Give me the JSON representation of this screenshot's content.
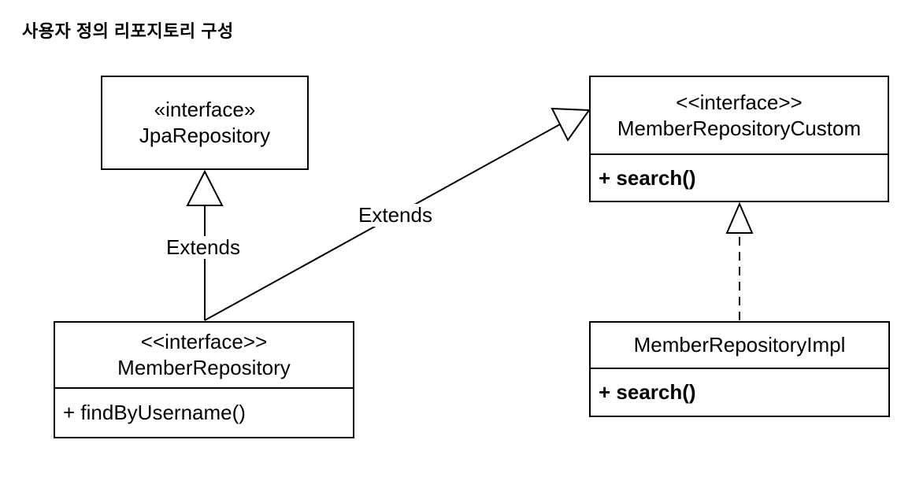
{
  "title": "사용자 정의 리포지토리 구성",
  "colors": {
    "background": "#ffffff",
    "line": "#000000",
    "text": "#000000"
  },
  "classes": {
    "jpaRepository": {
      "stereotype": "«interface»",
      "name": "JpaRepository"
    },
    "memberRepositoryCustom": {
      "stereotype": "<<interface>>",
      "name": "MemberRepositoryCustom",
      "method": "+ search()"
    },
    "memberRepository": {
      "stereotype": "<<interface>>",
      "name": "MemberRepository",
      "method": "+ findByUsername()"
    },
    "memberRepositoryImpl": {
      "name": "MemberRepositoryImpl",
      "method": "+ search()"
    }
  },
  "edges": {
    "extendsJpaLabel": "Extends",
    "extendsCustomLabel": "Extends"
  }
}
